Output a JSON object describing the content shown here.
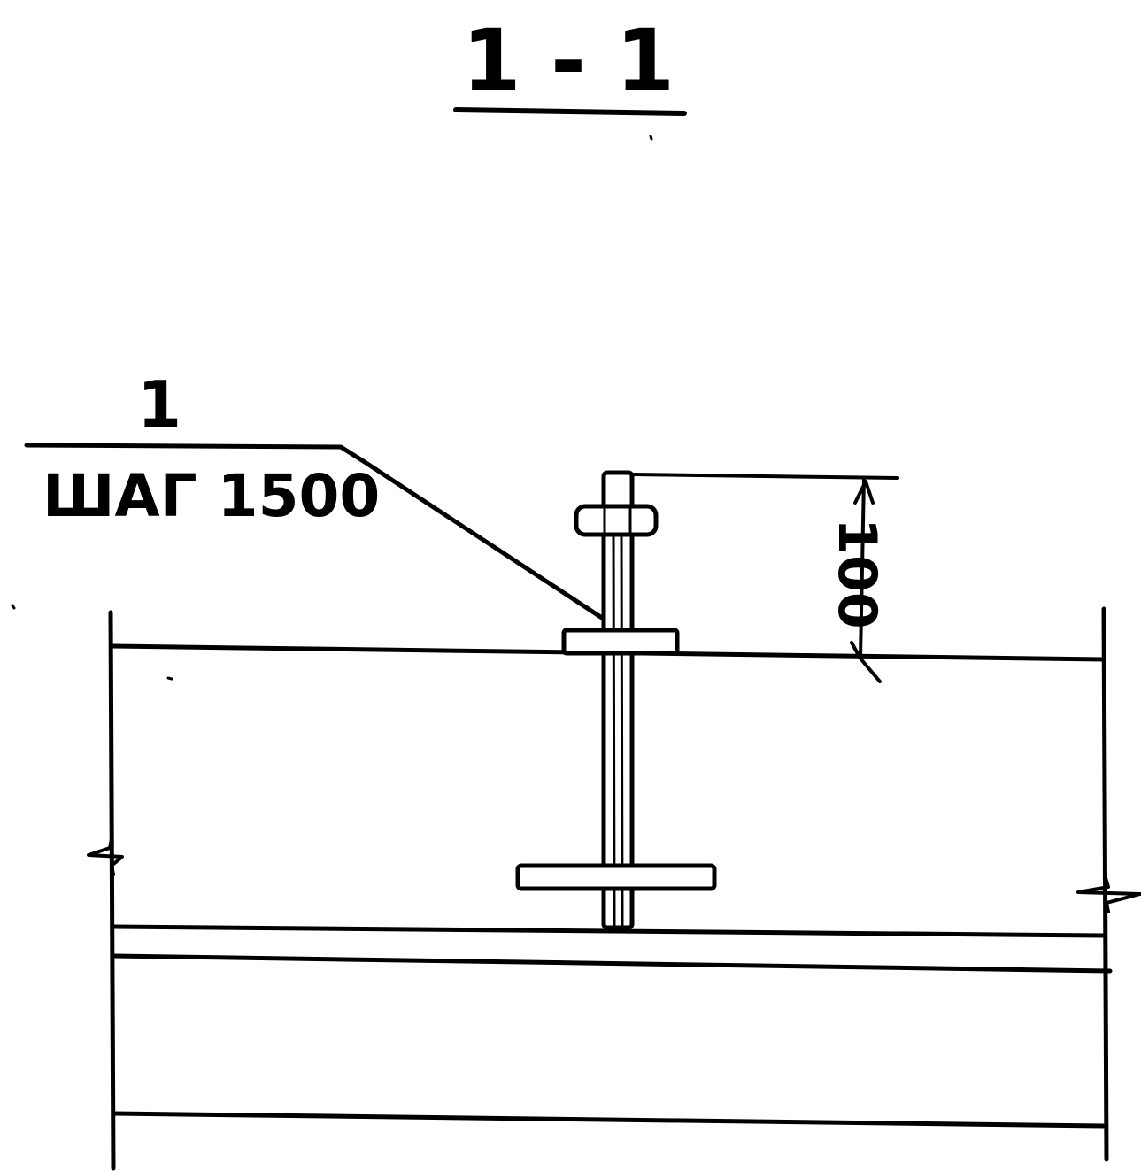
{
  "section": {
    "title": "1 - 1"
  },
  "callout": {
    "number": "1",
    "note": "ШАГ 1500"
  },
  "dimension": {
    "value": "100"
  },
  "colors": {
    "ink": "#000000",
    "paper": "#ffffff"
  }
}
